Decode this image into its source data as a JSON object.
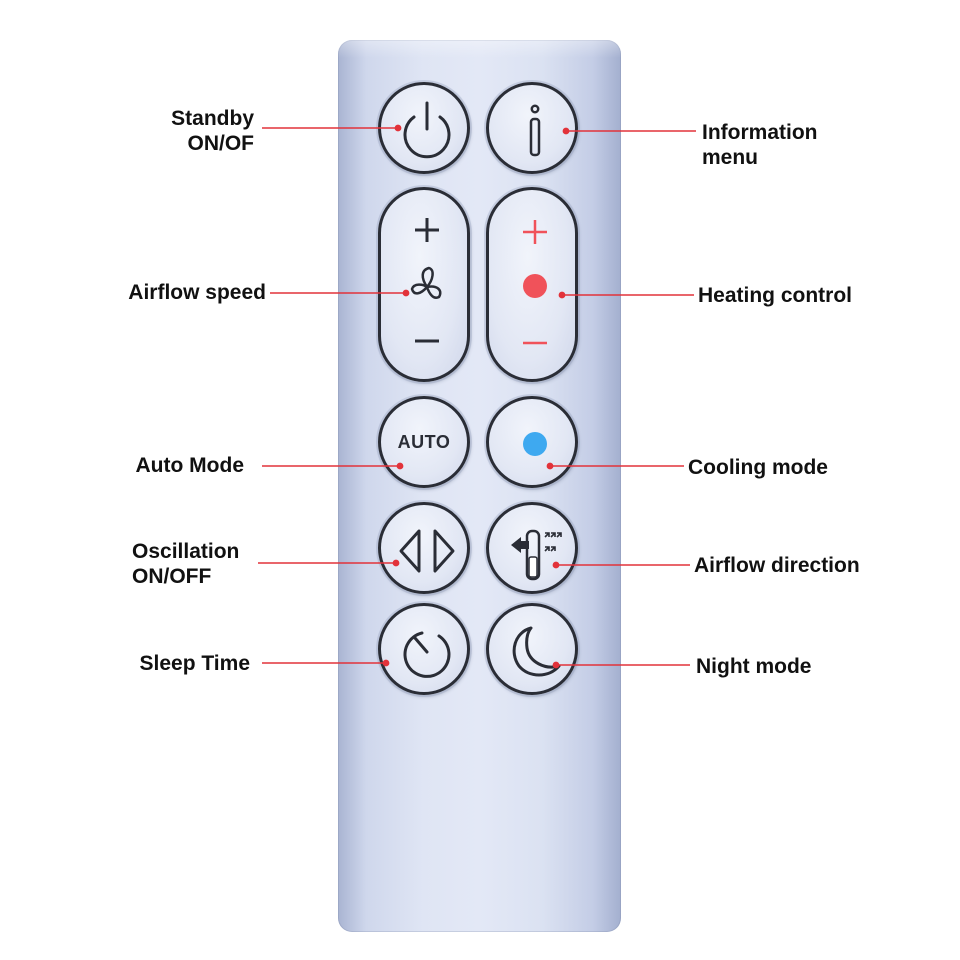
{
  "labels": {
    "standby": "Standby\nON/OF",
    "information": "Information\nmenu",
    "airflow_speed": "Airflow speed",
    "heating": "Heating control",
    "auto_mode": "Auto Mode",
    "cooling": "Cooling mode",
    "oscillation": "Oscillation\nON/OFF",
    "airflow_direction": "Airflow direction",
    "sleep": "Sleep Time",
    "night": "Night mode"
  },
  "buttons": {
    "auto_text": "AUTO"
  },
  "colors": {
    "leader_line": "#e2323a",
    "heat_accent": "#f0525a",
    "cool_accent": "#3ea9f0",
    "button_outline": "#2a2d36"
  },
  "icons": {
    "standby": "power-icon",
    "information": "info-icon",
    "airflow": "fan-icon",
    "heating": "heat-dot-icon",
    "cooling": "cool-dot-icon",
    "oscillation": "oscillation-arrows-icon",
    "direction": "airflow-direction-icon",
    "sleep": "timer-icon",
    "night": "moon-icon"
  }
}
